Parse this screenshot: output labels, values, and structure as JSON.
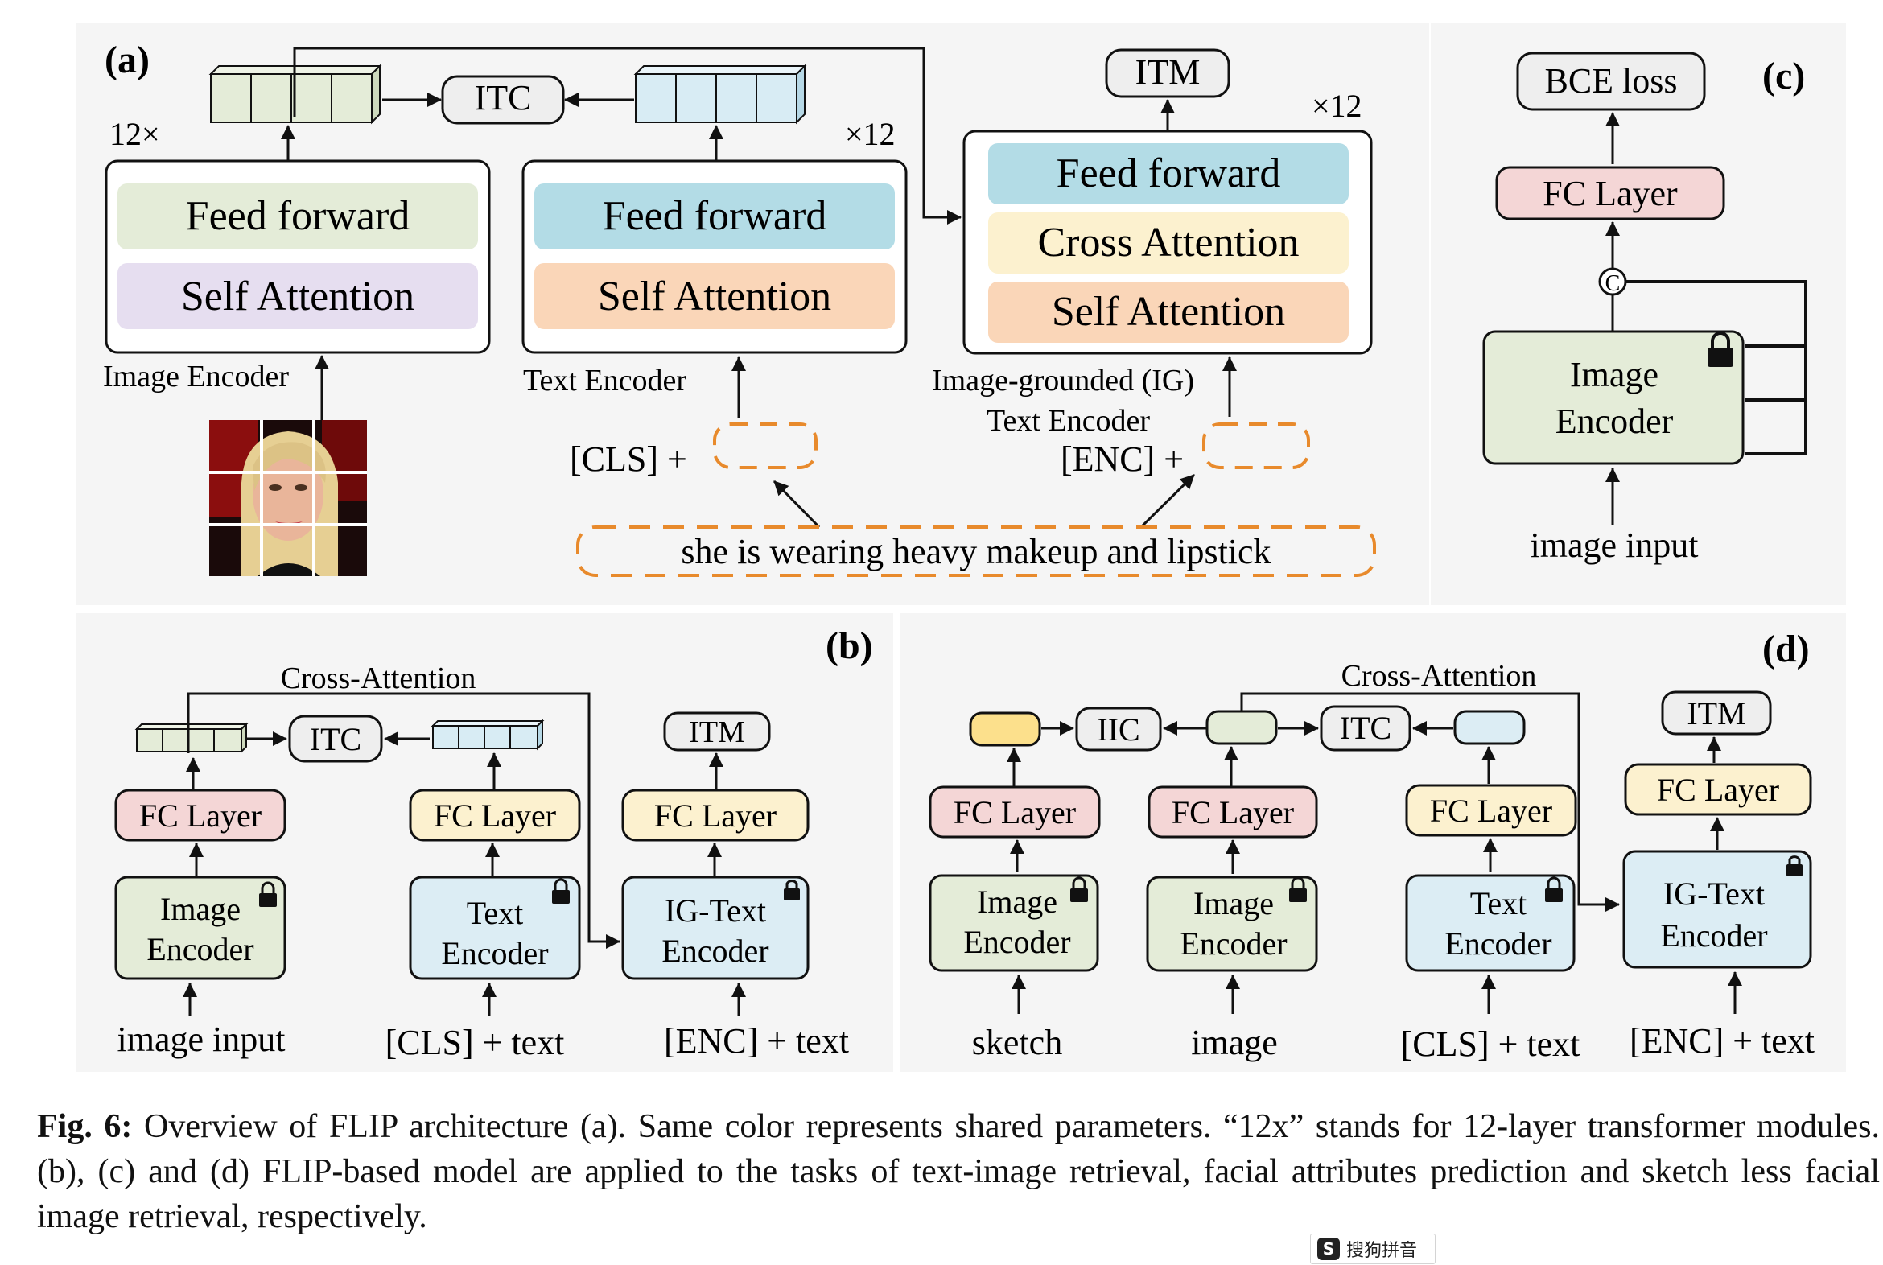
{
  "panel_a": {
    "label": "(a)",
    "itc": "ITC",
    "itm": "ITM",
    "repeat_left": "12×",
    "repeat_mid": "×12",
    "repeat_right": "×12",
    "image_encoder": {
      "ff": "Feed forward",
      "sa": "Self Attention",
      "caption": "Image Encoder"
    },
    "text_encoder": {
      "ff": "Feed forward",
      "sa": "Self Attention",
      "caption": "Text Encoder"
    },
    "ig_encoder": {
      "ff": "Feed forward",
      "ca": "Cross Attention",
      "sa": "Self Attention",
      "caption_1": "Image-grounded (IG)",
      "caption_2": "Text Encoder"
    },
    "cls_prefix": "[CLS] +",
    "enc_prefix": "[ENC] +",
    "sentence": "she is wearing heavy makeup and lipstick"
  },
  "panel_b": {
    "label": "(b)",
    "cross_attention": "Cross-Attention",
    "itc": "ITC",
    "itm": "ITM",
    "fc_1": "FC Layer",
    "fc_2": "FC Layer",
    "fc_3": "FC Layer",
    "enc_1_l1": "Image",
    "enc_1_l2": "Encoder",
    "enc_2_l1": "Text",
    "enc_2_l2": "Encoder",
    "enc_3_l1": "IG-Text",
    "enc_3_l2": "Encoder",
    "in_1": "image input",
    "in_2": "[CLS] + text",
    "in_3": "[ENC] + text"
  },
  "panel_c": {
    "label": "(c)",
    "loss": "BCE loss",
    "fc": "FC Layer",
    "concat": "C",
    "enc_l1": "Image",
    "enc_l2": "Encoder",
    "input": "image input"
  },
  "panel_d": {
    "label": "(d)",
    "cross_attention": "Cross-Attention",
    "iic": "IIC",
    "itc": "ITC",
    "itm": "ITM",
    "fc_1": "FC Layer",
    "fc_2": "FC Layer",
    "fc_3": "FC Layer",
    "fc_4": "FC Layer",
    "enc_1_l1": "Image",
    "enc_1_l2": "Encoder",
    "enc_2_l1": "Image",
    "enc_2_l2": "Encoder",
    "enc_3_l1": "Text",
    "enc_3_l2": "Encoder",
    "enc_4_l1": "IG-Text",
    "enc_4_l2": "Encoder",
    "in_1": "sketch",
    "in_2": "image",
    "in_3": "[CLS] + text",
    "in_4": "[ENC] + text"
  },
  "caption": {
    "prefix": "Fig. 6:",
    "text": "Overview of FLIP architecture (a). Same color represents shared parameters. “12x” stands for 12-layer transformer modules. (b), (c) and (d) FLIP-based model are applied to the tasks of text-image retrieval, facial attributes prediction and sketch less facial image retrieval, respectively."
  },
  "ime": {
    "label": "搜狗拼音"
  },
  "colors": {
    "green": "#e4ecd8",
    "purple": "#e6def0",
    "blue": "#b3dce6",
    "orange": "#fad6b8",
    "yellow": "#fcf1cf",
    "pink": "#f4d6d6",
    "gray": "#eeeeee",
    "lightblue": "#dcedf4",
    "dashed": "#e88a2c",
    "cube_green": "#e4ecd8",
    "cube_blue": "#d8ecf4"
  }
}
